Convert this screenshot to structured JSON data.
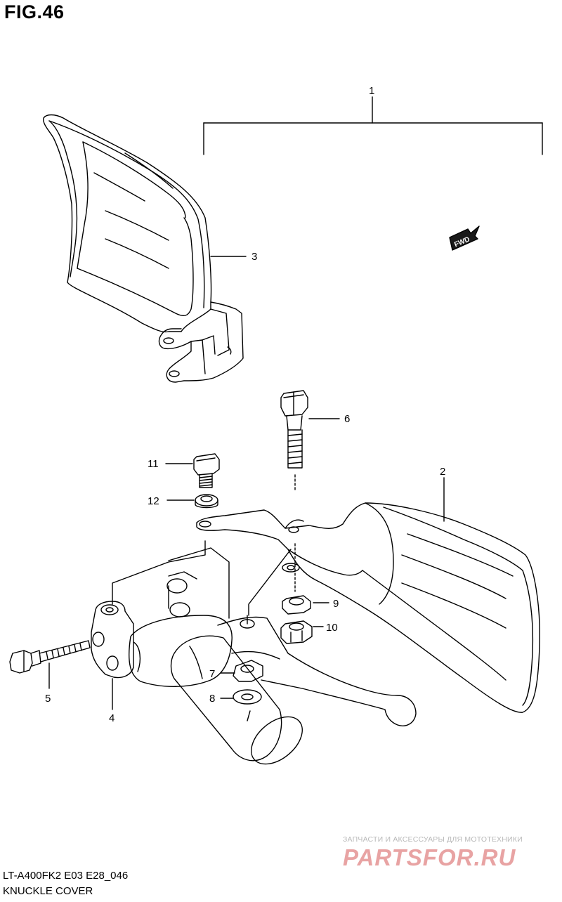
{
  "figure": {
    "title": "FIG.46"
  },
  "callouts": [
    {
      "id": "callout-1",
      "label": "1"
    },
    {
      "id": "callout-2",
      "label": "2"
    },
    {
      "id": "callout-3",
      "label": "3"
    },
    {
      "id": "callout-4",
      "label": "4"
    },
    {
      "id": "callout-5",
      "label": "5"
    },
    {
      "id": "callout-6",
      "label": "6"
    },
    {
      "id": "callout-7",
      "label": "7"
    },
    {
      "id": "callout-8",
      "label": "8"
    },
    {
      "id": "callout-9",
      "label": "9"
    },
    {
      "id": "callout-10",
      "label": "10"
    },
    {
      "id": "callout-11",
      "label": "11"
    },
    {
      "id": "callout-12",
      "label": "12"
    }
  ],
  "fwd_arrow": {
    "label": "FWD"
  },
  "footer": {
    "model": "LT-A400FK2 E03 E28_046",
    "name": "KNUCKLE COVER"
  },
  "watermark": {
    "caption": "ЗАПЧАСТИ И АКСЕССУАРЫ ДЛЯ МОТОТЕХНИКИ",
    "logo": "PARTSFOR.RU"
  }
}
